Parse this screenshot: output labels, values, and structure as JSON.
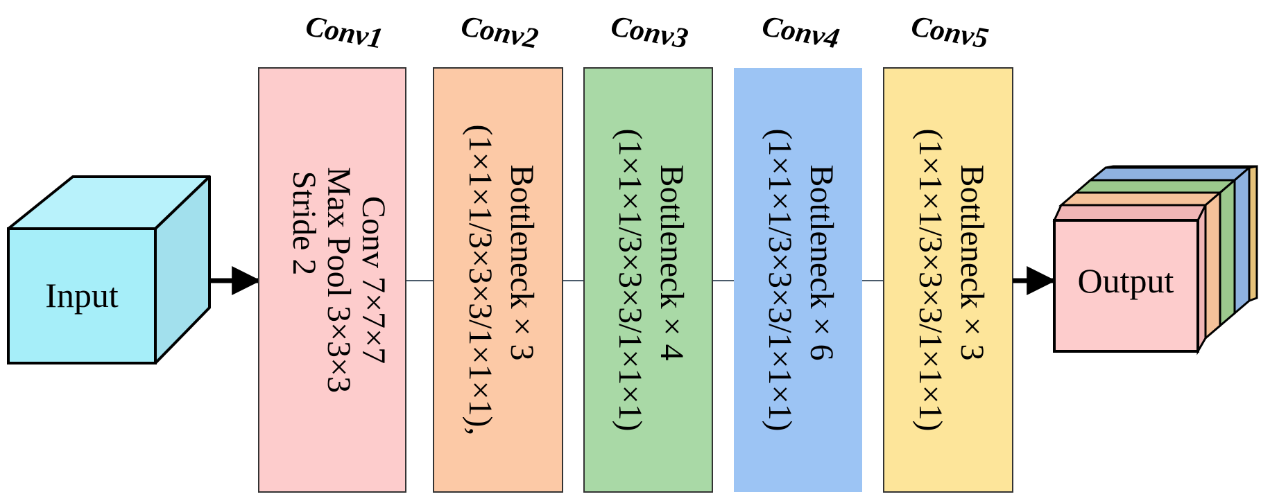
{
  "input": {
    "label": "Input",
    "colors": {
      "front": "#a6eef9",
      "top": "#b8f2fb",
      "side": "#a2e0ed"
    }
  },
  "output": {
    "label": "Output",
    "front_color": "#fdcccc",
    "layer_colors": [
      "#e6c27a",
      "#8fb2e0",
      "#9cc98d",
      "#f5c29a",
      "#f0b6b6"
    ]
  },
  "stages": [
    {
      "title": "Conv1",
      "lines": [
        "Conv 7×7×7",
        "Max Pool 3×3×3",
        "Stride 2"
      ],
      "fill": "#fdcccc"
    },
    {
      "title": "Conv2",
      "lines": [
        "Bottleneck × 3",
        "(1×1×1/3×3×3/1×1×1),"
      ],
      "fill": "#fcc9a6"
    },
    {
      "title": "Conv3",
      "lines": [
        "Bottleneck × 4",
        "(1×1×1/3×3×3/1×1×1)"
      ],
      "fill": "#a9d9a6"
    },
    {
      "title": "Conv4",
      "lines": [
        "Bottleneck × 6",
        "(1×1×1/3×3×3/1×1×1)"
      ],
      "fill": "#9cc4f4"
    },
    {
      "title": "Conv5",
      "lines": [
        "Bottleneck × 3",
        "(1×1×1/3×3×3/1×1×1)"
      ],
      "fill": "#fde59a"
    }
  ]
}
